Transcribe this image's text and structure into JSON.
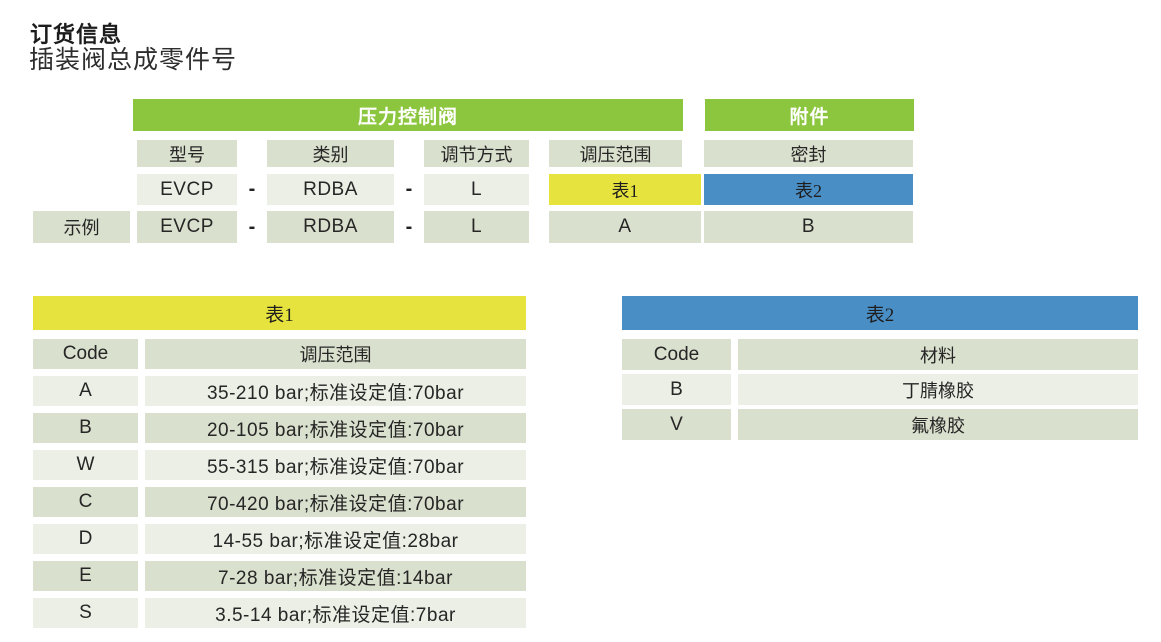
{
  "page": {
    "title": "订货信息",
    "subtitle": "插装阀总成零件号"
  },
  "colors": {
    "group_header_green": "#8CC63E",
    "table1_yellow": "#E7E33E",
    "table2_blue": "#4A8EC6",
    "row_light": "#ECEFE5",
    "row_dark": "#D9E0CD"
  },
  "order_table": {
    "group_pressure_valve": "压力控制阀",
    "group_accessory": "附件",
    "col_model": "型号",
    "col_category": "类别",
    "col_adjust_mode": "调节方式",
    "col_pressure_range": "调压范围",
    "col_seal": "密封",
    "dash": "-",
    "pattern": {
      "model": "EVCP",
      "category": "RDBA",
      "adjust_mode": "L",
      "range_ref": "表1",
      "seal_ref": "表2"
    },
    "example": {
      "label": "示例",
      "model": "EVCP",
      "category": "RDBA",
      "adjust_mode": "L",
      "range": "A",
      "seal": "B"
    }
  },
  "table1": {
    "title": "表1",
    "col_code": "Code",
    "col_range": "调压范围",
    "rows": [
      {
        "code": "A",
        "range": "35-210 bar;标准设定值:70bar"
      },
      {
        "code": "B",
        "range": "20-105 bar;标准设定值:70bar"
      },
      {
        "code": "W",
        "range": "55-315 bar;标准设定值:70bar"
      },
      {
        "code": "C",
        "range": "70-420 bar;标准设定值:70bar"
      },
      {
        "code": "D",
        "range": "14-55 bar;标准设定值:28bar"
      },
      {
        "code": "E",
        "range": "7-28 bar;标准设定值:14bar"
      },
      {
        "code": "S",
        "range": "3.5-14 bar;标准设定值:7bar"
      }
    ]
  },
  "table2": {
    "title": "表2",
    "col_code": "Code",
    "col_material": "材料",
    "rows": [
      {
        "code": "B",
        "material": "丁腈橡胶"
      },
      {
        "code": "V",
        "material": "氟橡胶"
      }
    ]
  }
}
